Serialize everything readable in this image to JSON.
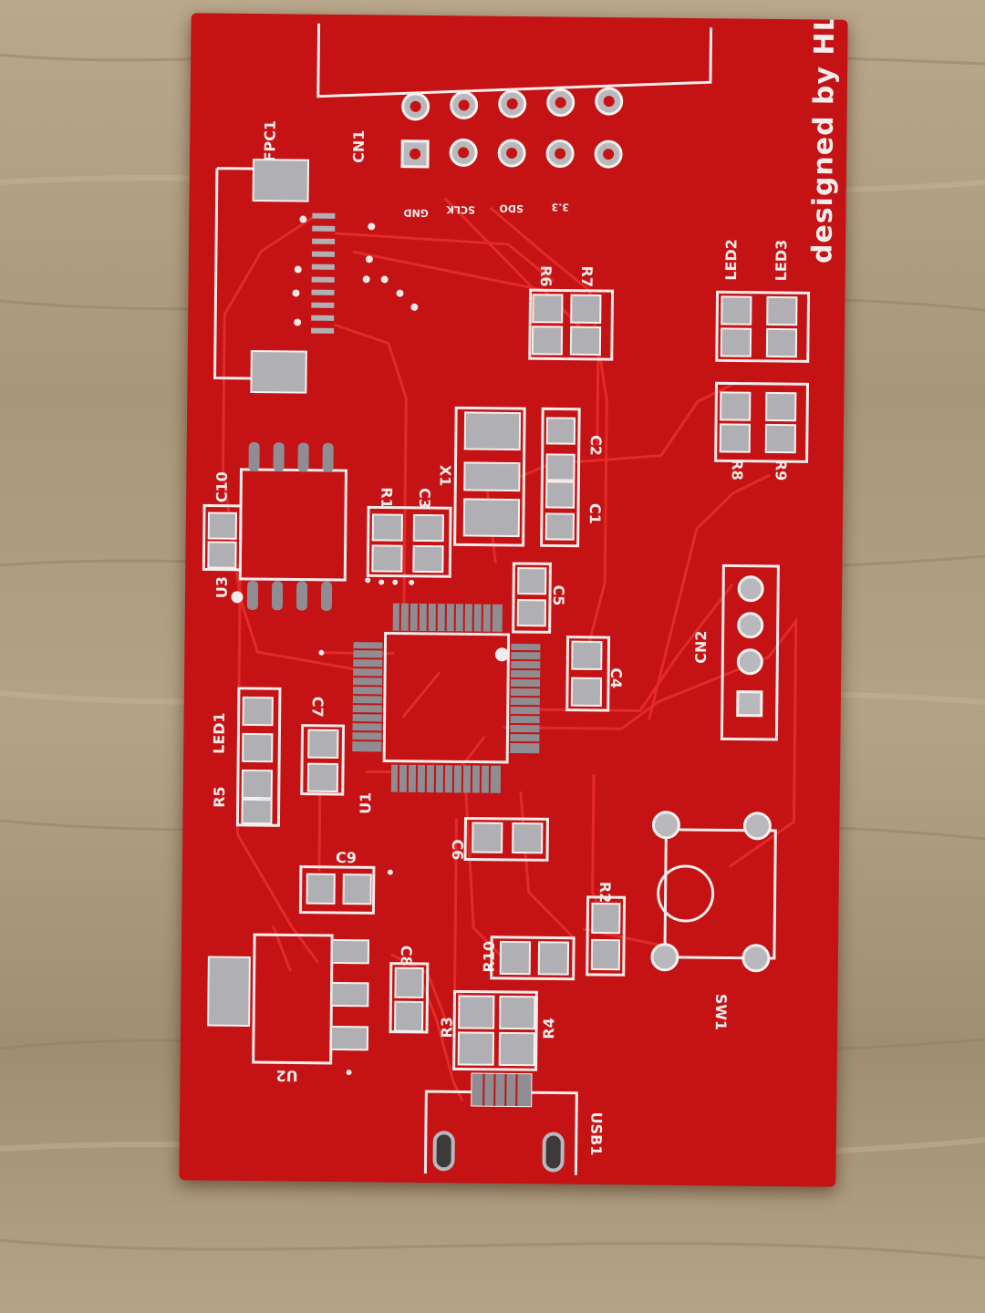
{
  "colors": {
    "board": "#c41215",
    "trace": "#e32a28",
    "silkscreen": "#f2ecea",
    "pad": "#b9b8bc",
    "wood": "#b0a084"
  },
  "credit": "designed by HLY",
  "labels": {
    "fpc1": "FPC1",
    "cn1": "CN1",
    "u3": "U3",
    "c10": "C10",
    "r1": "R1",
    "c3": "C3",
    "x1": "X1",
    "c2": "C2",
    "c1": "C1",
    "c5": "C5",
    "c4": "C4",
    "u1": "U1",
    "c7": "C7",
    "led1": "LED1",
    "r5": "R5",
    "c9": "C9",
    "c6": "C6",
    "r10": "R10",
    "r2": "R2",
    "r3": "R3",
    "r4": "R4",
    "c8": "C8",
    "u2": "U2",
    "usb1": "USB1",
    "sw1": "SW1",
    "cn2": "CN2",
    "led2": "LED2",
    "led3": "LED3",
    "r6": "R6",
    "r7": "R7",
    "r8": "R8",
    "r9": "R9"
  },
  "cn1_pins": [
    "GND",
    "SCLK",
    "SDO",
    "3.3"
  ]
}
